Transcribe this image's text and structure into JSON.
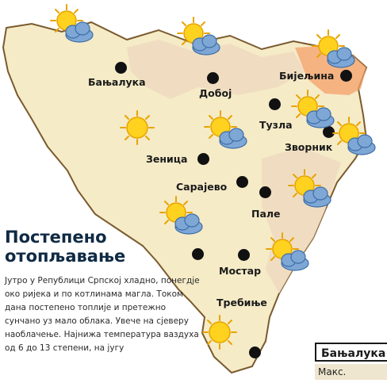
{
  "map": {
    "colors": {
      "land": "#f5ebc7",
      "land_border": "#7a5a2e",
      "region_tint": "#efdcc0",
      "northeast_tint": "#f4a06a",
      "dot": "#111111",
      "headline": "#0f2a44"
    },
    "cities": [
      {
        "id": "banjaluka",
        "name": "Бањалука"
      },
      {
        "id": "doboj",
        "name": "Добој"
      },
      {
        "id": "bijeljina",
        "name": "Бијељина"
      },
      {
        "id": "tuzla",
        "name": "Тузла"
      },
      {
        "id": "zvornik",
        "name": "Зворник"
      },
      {
        "id": "zenica",
        "name": "Зеница"
      },
      {
        "id": "sarajevo",
        "name": "Сарајево"
      },
      {
        "id": "pale",
        "name": "Пале"
      },
      {
        "id": "mostar",
        "name": "Мостар"
      },
      {
        "id": "trebinje",
        "name": "Требиње"
      },
      {
        "id": "city-west-south",
        "name": ""
      },
      {
        "id": "city-south",
        "name": ""
      }
    ],
    "weather_icons": [
      {
        "id": "wx-nw",
        "kind": "sun-cloud-icon"
      },
      {
        "id": "wx-north",
        "kind": "sun-cloud-icon"
      },
      {
        "id": "wx-ne",
        "kind": "sun-cloud-icon"
      },
      {
        "id": "wx-tuzla",
        "kind": "sun-cloud-icon"
      },
      {
        "id": "wx-zvornik",
        "kind": "sun-cloud-icon"
      },
      {
        "id": "wx-center",
        "kind": "sun-cloud-icon"
      },
      {
        "id": "wx-west",
        "kind": "sun-icon"
      },
      {
        "id": "wx-east",
        "kind": "sun-cloud-icon"
      },
      {
        "id": "wx-southwest",
        "kind": "sun-cloud-icon"
      },
      {
        "id": "wx-southeast",
        "kind": "sun-cloud-icon"
      },
      {
        "id": "wx-south",
        "kind": "sun-icon"
      }
    ]
  },
  "article": {
    "headline_line1": "Постепено",
    "headline_line2": "отопљавање",
    "body": "Јутро у Републици Српској хладно, понегдје око ријека и по котлинама магла. Током дана постепено топлије и претежно сунчано уз мало облака. Увече на сјеверу наоблачење. Најнижа температура ваздуха од 6 до 13 степени, на југу"
  },
  "table": {
    "header": "Бањалука",
    "row_label": "Макс."
  }
}
